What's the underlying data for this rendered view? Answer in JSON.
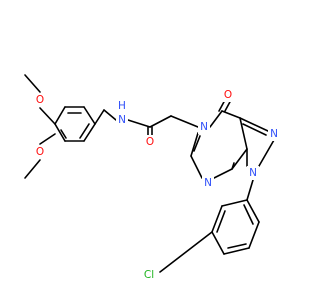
{
  "colors": {
    "carbon": "#000000",
    "oxygen": "#ff0d0d",
    "nitrogen": "#3050f8",
    "chlorine": "#1fb41f",
    "background": "#ffffff"
  },
  "labels": {
    "o_methoxy_upper": "O",
    "o_methoxy_lower": "O",
    "n_amide": "N",
    "h_amide": "H",
    "o_amide": "O",
    "o_ketone": "O",
    "n5": "N",
    "n_pyrazole_top": "N",
    "n1": "N",
    "n_pyrimidine_bottom": "N",
    "cl": "Cl"
  }
}
